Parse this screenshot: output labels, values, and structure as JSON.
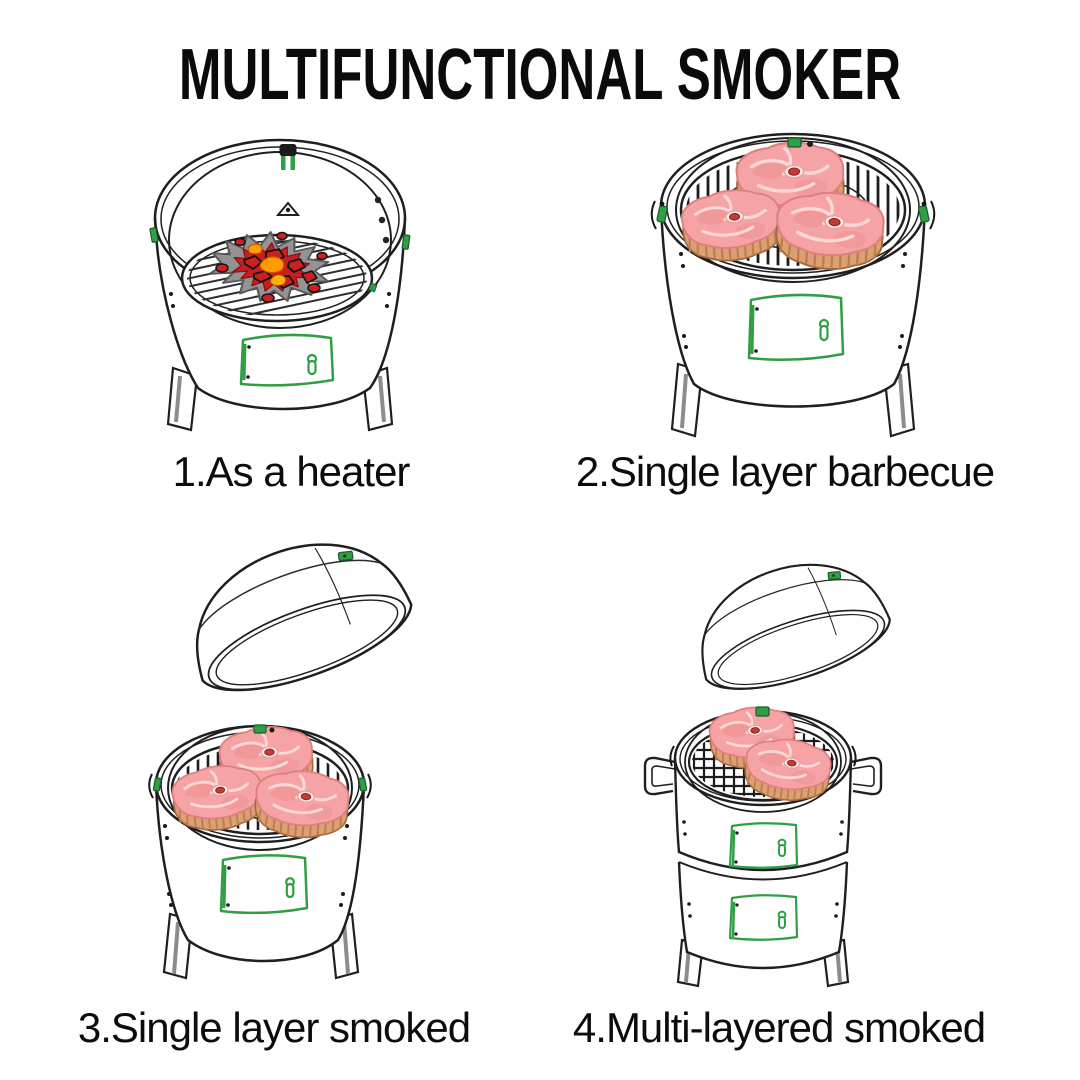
{
  "title": "MULTIFUNCTIONAL SMOKER",
  "figures": [
    {
      "caption": "1.As a heater",
      "illustration": "open-smoker-with-burning-charcoal"
    },
    {
      "caption": "2.Single layer barbecue",
      "illustration": "smoker-grill-with-three-ham-steaks"
    },
    {
      "caption": "3.Single layer smoked",
      "illustration": "smoker-with-lifted-dome-lid-and-ham-steaks"
    },
    {
      "caption": "4.Multi-layered smoked",
      "illustration": "two-tier-smoker-with-lifted-dome-lid"
    }
  ],
  "colors": {
    "accent_green": "#2f9e44",
    "meat_pink": "#f5a3a4",
    "meat_edge_tan": "#dca073",
    "bone_red": "#c33b34",
    "fire_red": "#c71f1f",
    "fire_orange": "#ff9c00",
    "coal_gray": "#939393",
    "outline": "#1f1f1f",
    "background": "#ffffff"
  }
}
